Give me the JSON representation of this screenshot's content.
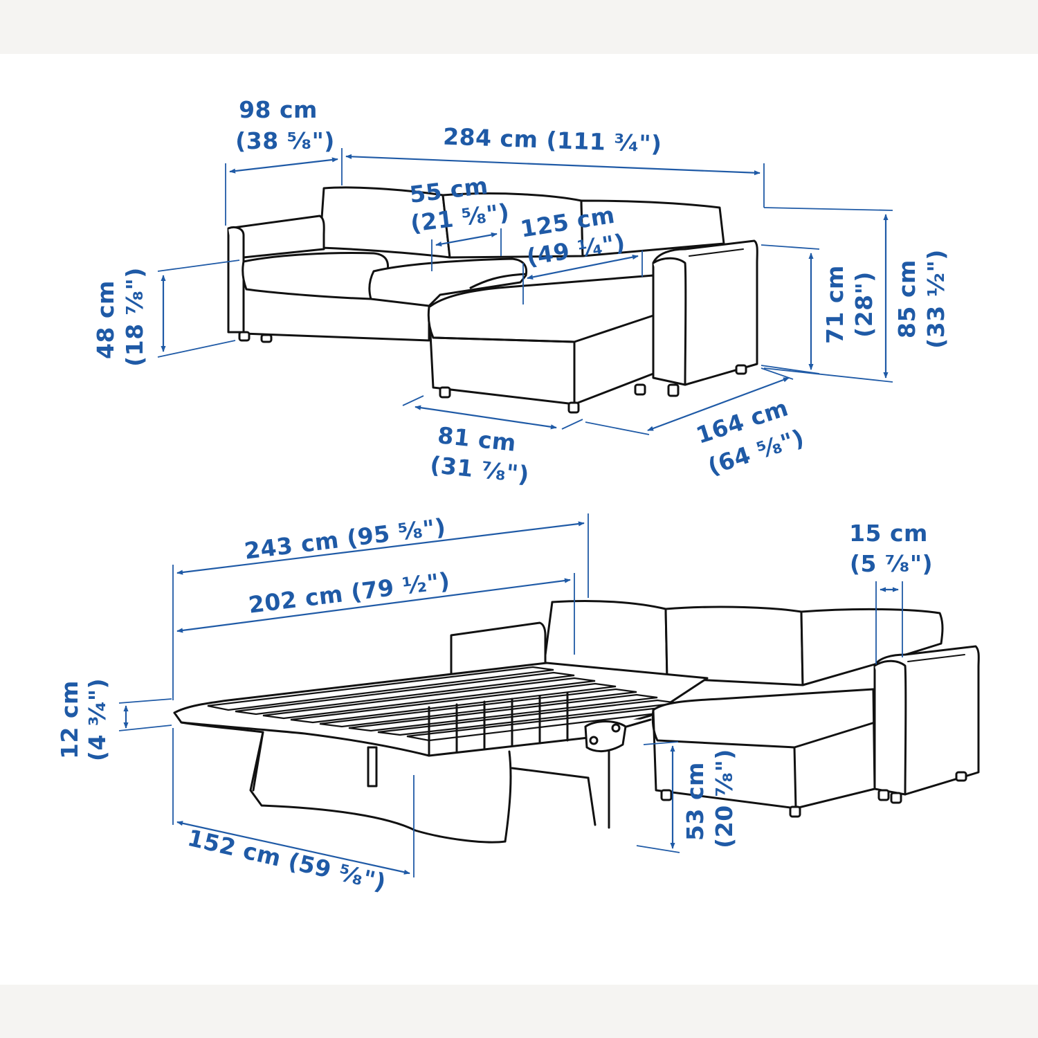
{
  "colors": {
    "dimension_blue": "#1f5aa6",
    "outline": "#111111",
    "background": "#ffffff",
    "frame": "#f5f4f2"
  },
  "top_view": {
    "armrest_depth": {
      "cm": "98 cm",
      "inch": "(38 ⁵⁄₈\")"
    },
    "total_width": {
      "text": "284 cm (111 ³⁄₄\")"
    },
    "seat_depth": {
      "cm": "55 cm",
      "inch": "(21 ⁵⁄₈\")"
    },
    "chaise_seat_depth": {
      "cm": "125 cm",
      "inch": "(49 ¹⁄₄\")"
    },
    "seat_height": {
      "cm": "48 cm",
      "inch": "(18 ⁷⁄₈\")"
    },
    "armrest_height": {
      "cm": "71 cm",
      "inch": "(28\")"
    },
    "total_height": {
      "cm": "85 cm",
      "inch": "(33 ¹⁄₂\")"
    },
    "chaise_width": {
      "cm": "81 cm",
      "inch": "(31 ⁷⁄₈\")"
    },
    "chaise_length": {
      "cm": "164 cm",
      "inch": "(64 ⁵⁄₈\")"
    }
  },
  "bed_view": {
    "bed_length_total": {
      "text": "243 cm (95 ⁵⁄₈\")"
    },
    "mattress_length": {
      "text": "202 cm (79 ¹⁄₂\")"
    },
    "mattress_thickness": {
      "cm": "12 cm",
      "inch": "(4 ³⁄₄\")"
    },
    "bed_width": {
      "text": "152 cm (59 ⁵⁄₈\")"
    },
    "armrest_width": {
      "cm": "15 cm",
      "inch": "(5 ⁷⁄₈\")"
    },
    "bed_height": {
      "cm": "53 cm",
      "inch": "(20 ⁷⁄₈\")"
    }
  }
}
